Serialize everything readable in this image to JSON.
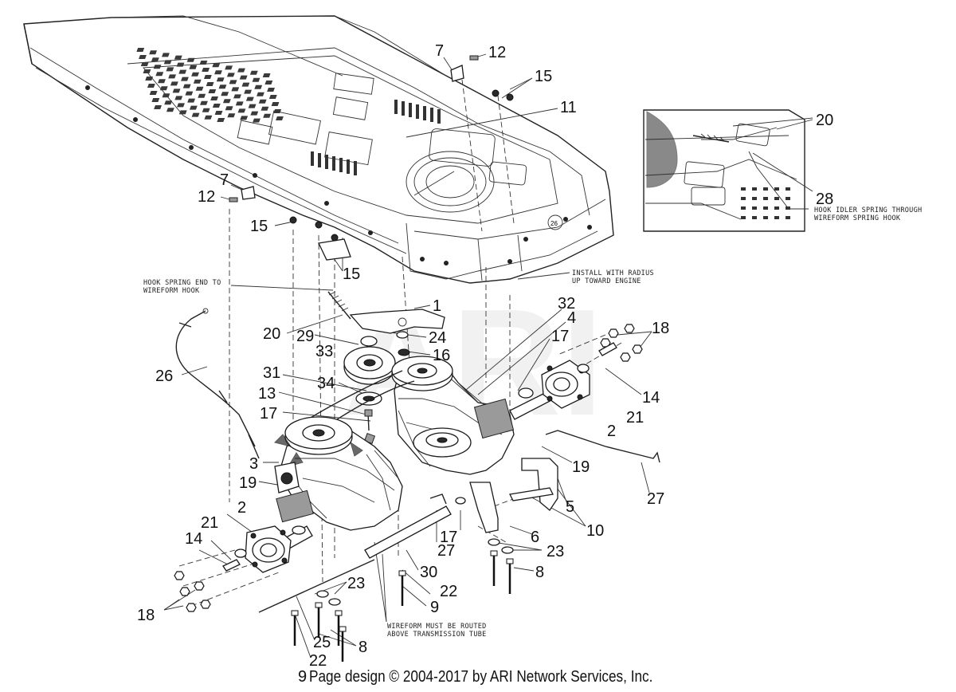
{
  "diagram": {
    "watermark": "ARI",
    "copyright": "Page design © 2004-2017 by ARI Network Services, Inc.",
    "callouts": [
      "7",
      "12",
      "15",
      "11",
      "20",
      "28",
      "7",
      "12",
      "15",
      "15",
      "1",
      "32",
      "4",
      "17",
      "18",
      "20",
      "29",
      "24",
      "33",
      "16",
      "26",
      "31",
      "34",
      "13",
      "17",
      "14",
      "21",
      "2",
      "3",
      "19",
      "19",
      "27",
      "2",
      "5",
      "21",
      "14",
      "10",
      "17",
      "6",
      "23",
      "27",
      "8",
      "30",
      "22",
      "23",
      "9",
      "18",
      "8",
      "25",
      "22",
      "9"
    ],
    "notes": {
      "hook_spring_end": [
        "HOOK SPRING END TO",
        "WIREFORM HOOK"
      ],
      "install_radius": [
        "INSTALL WITH RADIUS",
        "UP TOWARD ENGINE"
      ],
      "hook_idler": [
        "HOOK IDLER SPRING THROUGH",
        "WIREFORM SPRING HOOK"
      ],
      "wireform_routed": [
        "WIREFORM MUST BE ROUTED",
        "ABOVE TRANSMISSION TUBE"
      ]
    },
    "small_tag": "26"
  }
}
